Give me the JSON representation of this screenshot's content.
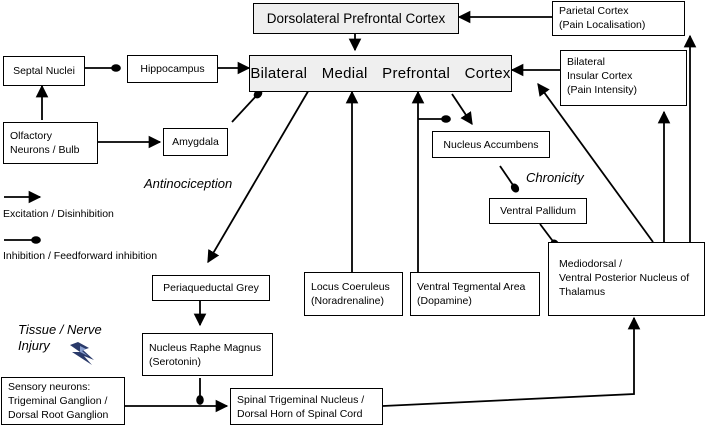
{
  "nodes": {
    "dlpfc": "Dorsolateral Prefrontal Cortex",
    "parietal": "Parietal Cortex\n(Pain Localisation)",
    "septal": "Septal Nuclei",
    "hippocampus": "Hippocampus",
    "bmpc": "Bilateral Medial Prefrontal Cortex",
    "insular": "Bilateral\nInsular Cortex\n(Pain Intensity)",
    "olfactory": "Olfactory\nNeurons / Bulb",
    "amygdala": "Amygdala",
    "nacc": "Nucleus Accumbens",
    "vp": "Ventral Pallidum",
    "thalamus": "Mediodorsal /\nVentral Posterior Nucleus of\nThalamus",
    "pag": "Periaqueductal Grey",
    "lc": "Locus Coeruleus\n(Noradrenaline)",
    "vta": "Ventral Tegmental Area\n(Dopamine)",
    "nrm": "Nucleus Raphe Magnus\n(Serotonin)",
    "sensory": "Sensory neurons:\nTrigeminal Ganglion /\nDorsal Root Ganglion",
    "stn": "Spinal Trigeminal Nucleus /\nDorsal Horn of Spinal Cord"
  },
  "labels": {
    "antinociception": "Antinociception",
    "chronicity": "Chronicity",
    "tissue_injury": "Tissue / Nerve\nInjury"
  },
  "legend": {
    "excitation": "Excitation / Disinhibition",
    "inhibition": "Inhibition / Feedforward inhibition"
  },
  "colors": {
    "line": "#000000",
    "box_fill": "#ffffff",
    "emphasis_fill": "#efefef",
    "lightning_dark": "#2a3a6a",
    "lightning_light": "#8aa0d0"
  },
  "icons": {
    "injury": "lightning-bolt-icon"
  }
}
